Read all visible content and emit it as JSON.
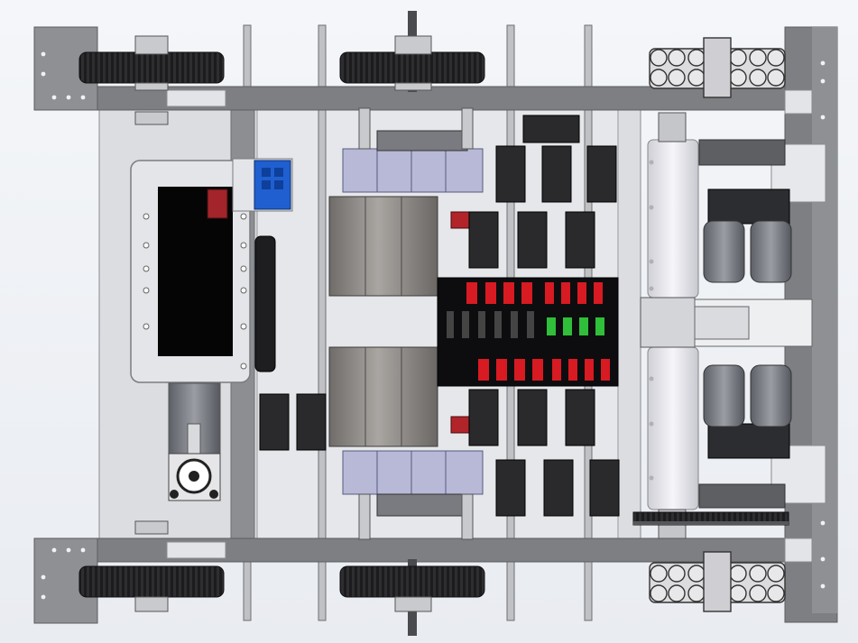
{
  "scene": {
    "kind": "cad-assembly-top-view",
    "background": "#eef1f5",
    "colors": {
      "frame": "#7d7f83",
      "frame_dark": "#5b5d61",
      "plate": "#dcdde0",
      "plate_light": "#e6e7ea",
      "wheel": "#1c1c1e",
      "wheel_tread": "#2e2e31",
      "gearbox": "#b8b9d6",
      "motor_can": "#8d8a87",
      "roller": "#e9e9ee",
      "servo": "#2a2a2c",
      "battery": "#050505",
      "switch_blue": "#1f5fd0",
      "red_button": "#b0242a",
      "hub_board": "#0d0d0f",
      "hub_red": "#d81a22",
      "hub_green": "#2fbf3a",
      "omni_roller": "#e8e8ea"
    },
    "components": [
      "drivetrain-frame",
      "drive-wheels",
      "omni-wheels",
      "gearboxes",
      "drive-motors",
      "servos",
      "battery",
      "power-switch",
      "control-hub",
      "intake-rollers",
      "intake-motors",
      "spur-gear"
    ]
  }
}
